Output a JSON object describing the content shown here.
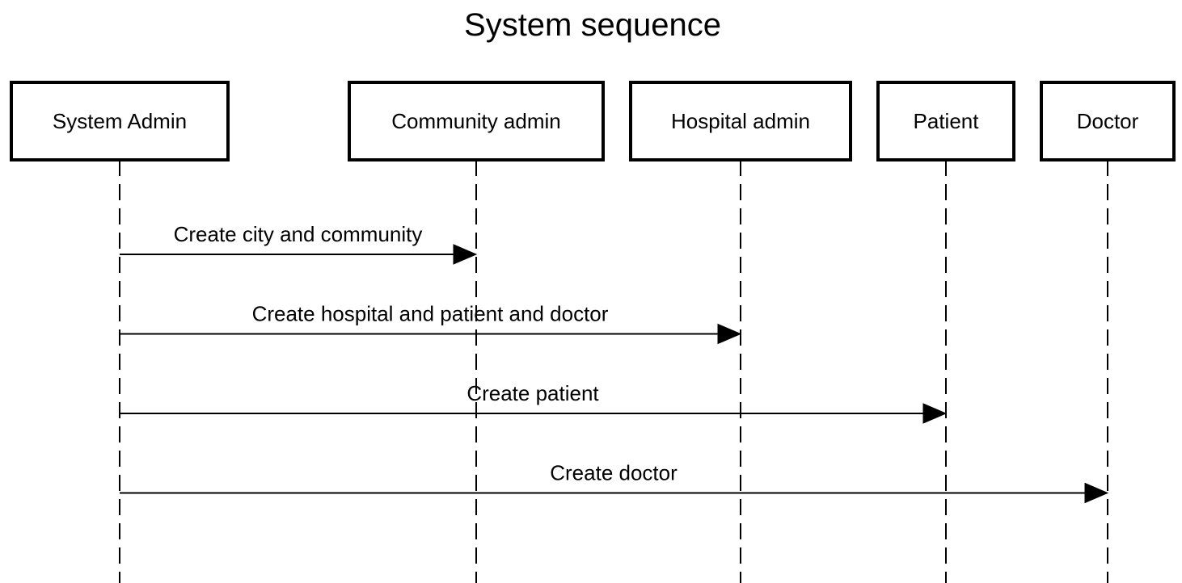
{
  "title": "System sequence",
  "actors": [
    {
      "id": "system-admin",
      "label": "System Admin"
    },
    {
      "id": "community-admin",
      "label": "Community admin"
    },
    {
      "id": "hospital-admin",
      "label": "Hospital admin"
    },
    {
      "id": "patient",
      "label": "Patient"
    },
    {
      "id": "doctor",
      "label": "Doctor"
    }
  ],
  "messages": [
    {
      "from": "system-admin",
      "to": "community-admin",
      "label": "Create city and community"
    },
    {
      "from": "system-admin",
      "to": "hospital-admin",
      "label": "Create hospital and patient and doctor"
    },
    {
      "from": "system-admin",
      "to": "patient",
      "label": "Create patient"
    },
    {
      "from": "system-admin",
      "to": "doctor",
      "label": "Create doctor"
    }
  ]
}
